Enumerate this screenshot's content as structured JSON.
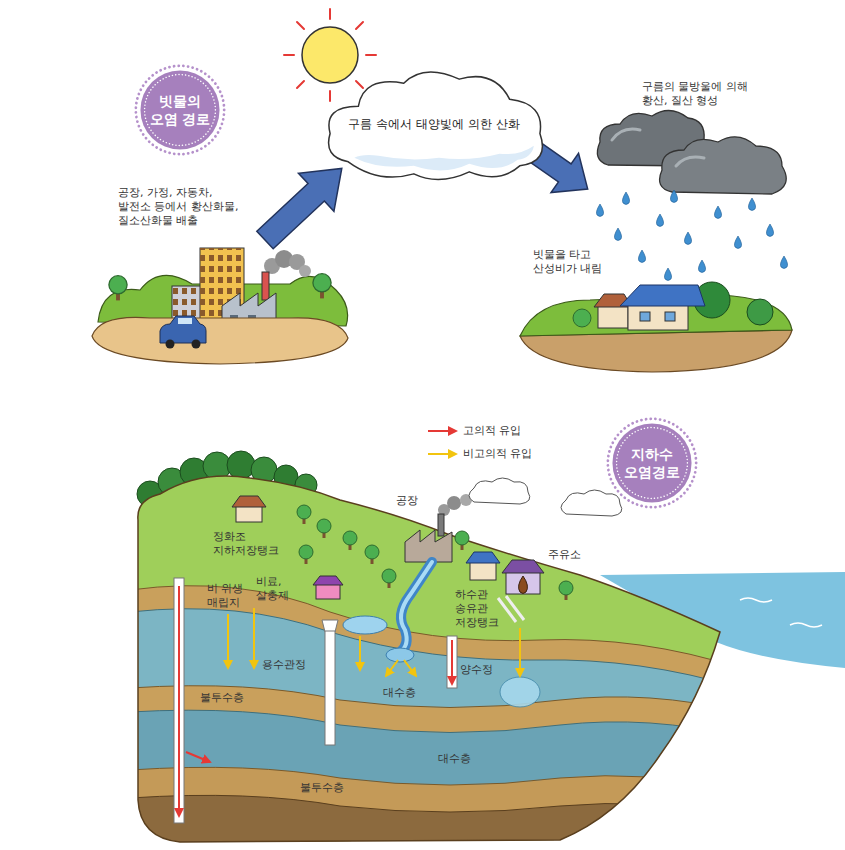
{
  "diagram": {
    "nodes": [
      {
        "text": [
          "빗물의 오염 경로"
        ]
      },
      {
        "text": [
          "구름 속에서 태양빛에 의한 산화"
        ]
      },
      {
        "text": [
          "지하수 오염경로"
        ]
      }
    ],
    "labels": [
      "공장, 가정, 자동차, 발전소 등에서 황산화물, 질소산화물 배출",
      "구름의 물방울에 의해 황산, 질산 형성",
      "빗물을 타고 산성비가 내림",
      "정화조 지하저장탱크",
      "공장",
      "주유소",
      "비 위생 매립지",
      "비료, 살충제",
      "하수관 송유관 저장탱크",
      "양수정",
      "용수관정",
      "대수층",
      "불투수층",
      "대수층",
      "불투수층"
    ],
    "legend": [
      {
        "text": "고의적 유입"
      },
      {
        "text": "비고의적 유입"
      }
    ]
  }
}
